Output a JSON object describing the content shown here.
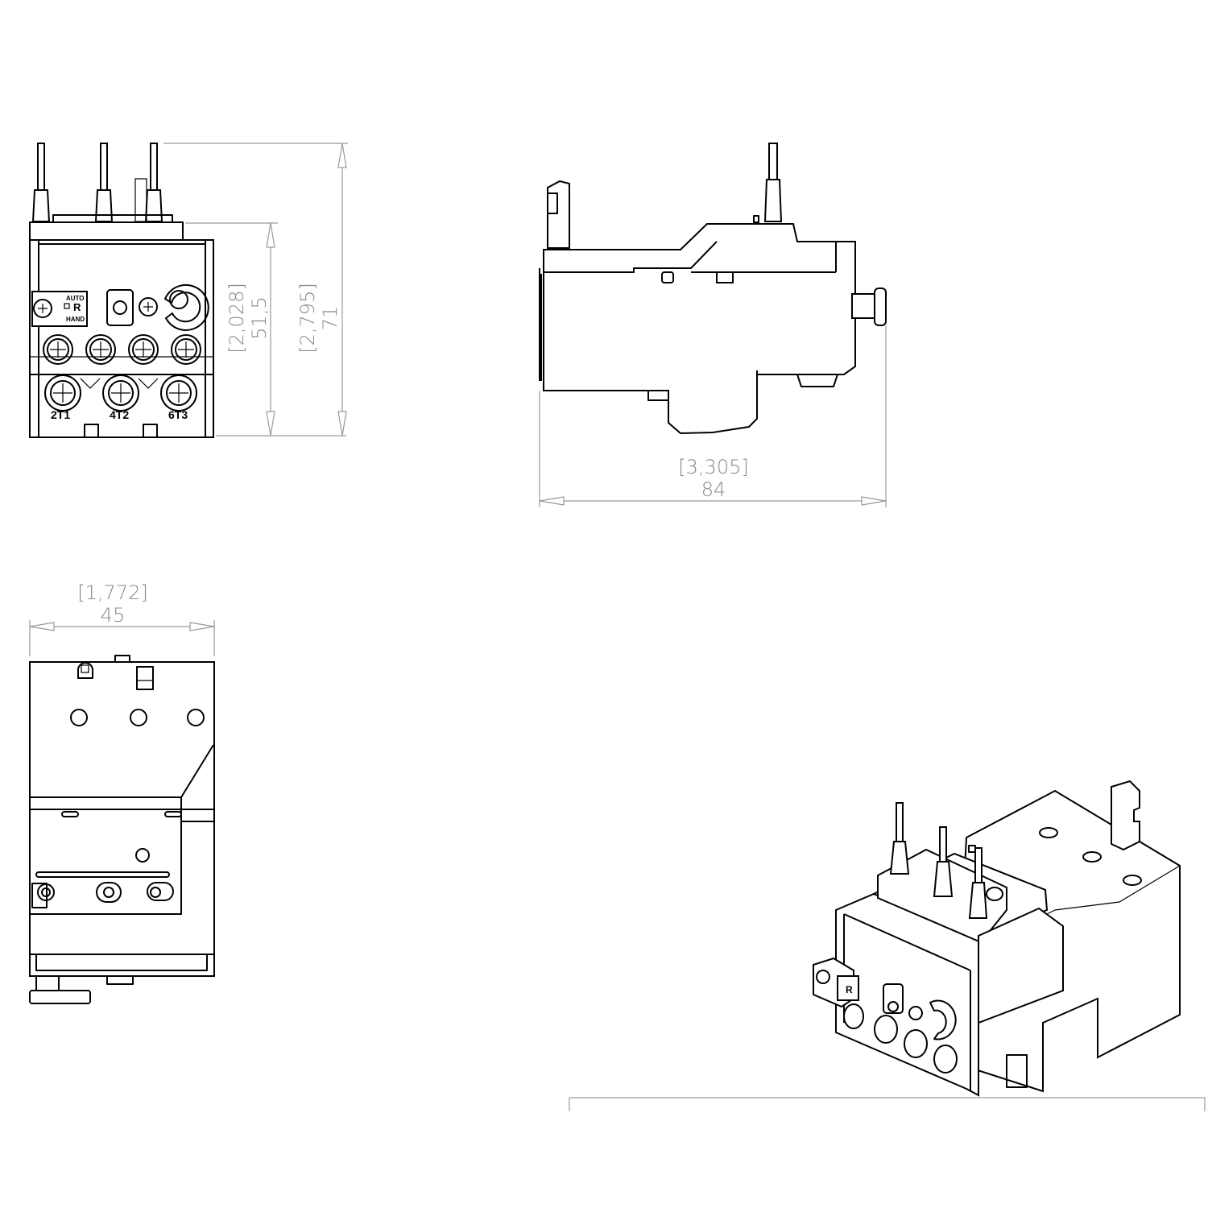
{
  "front_view": {
    "labels": {
      "auto": "AUTO",
      "reset": "R",
      "hand": "HAND"
    },
    "terminals": [
      "2T1",
      "4T2",
      "6T3"
    ]
  },
  "dimensions": {
    "height_body": {
      "inch": "[2,028]",
      "mm": "51,5"
    },
    "height_total": {
      "inch": "[2,795]",
      "mm": "71"
    },
    "length": {
      "inch": "[3,305]",
      "mm": "84"
    },
    "width": {
      "inch": "[1,772]",
      "mm": "45"
    }
  },
  "iso_view": {
    "reset_label": "R"
  }
}
